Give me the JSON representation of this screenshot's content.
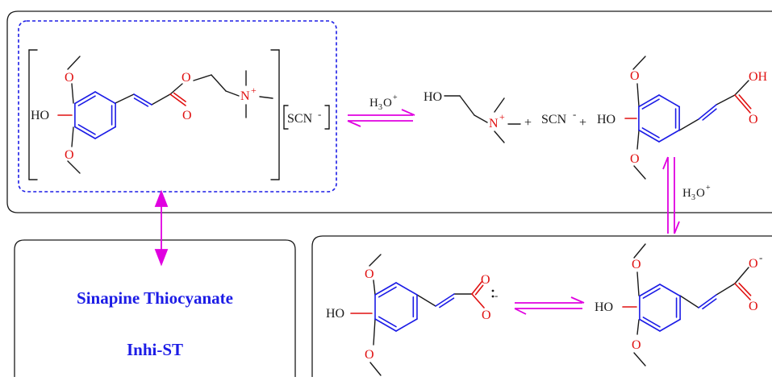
{
  "colors": {
    "bond": "#1a1a1a",
    "ring": "#1c1ce6",
    "oxygen": "#e01010",
    "nitrogen": "#e01010",
    "arrow": "#e000e0",
    "box": "#1a1a1a",
    "dashed_box": "#1c1ce6",
    "title": "#1c1ce6"
  },
  "info_box": {
    "title": "Sinapine Thiocyanate",
    "subtitle": "Inhi-ST"
  },
  "reactant": {
    "ester_o": "O",
    "carbonyl_o": "O",
    "methoxy_top_o": "O",
    "methoxy_bottom_o": "O",
    "hydroxyl": "HO",
    "ammonium_n": "N",
    "ammonium_charge": "+",
    "counter_ion": "SCN",
    "counter_charge": "-"
  },
  "reaction_1": {
    "catalyst": "H",
    "catalyst_sub": "3",
    "catalyst_rest": "O",
    "catalyst_charge": "+"
  },
  "products": {
    "choline_ho": "HO",
    "choline_n": "N",
    "choline_charge": "+",
    "plus_1": "+",
    "thiocyanate": "SCN",
    "thiocyanate_charge": "-",
    "plus_2": "+",
    "acid_oh": "OH",
    "acid_o": "O",
    "acid_methoxy_top_o": "O",
    "acid_methoxy_bottom_o": "O",
    "acid_hydroxyl": "HO"
  },
  "reaction_2": {
    "catalyst": "H",
    "catalyst_sub": "3",
    "catalyst_rest": "O",
    "catalyst_charge": "+"
  },
  "anion": {
    "o_minus": "O",
    "charge": "-",
    "o_double": "O",
    "methoxy_top_o": "O",
    "methoxy_bottom_o": "O",
    "hydroxyl": "HO"
  },
  "resonance": {
    "o_top": "O",
    "lone_pair_charge": "-",
    "o_bottom": "O",
    "methoxy_top_o": "O",
    "methoxy_bottom_o": "O",
    "hydroxyl": "HO"
  }
}
